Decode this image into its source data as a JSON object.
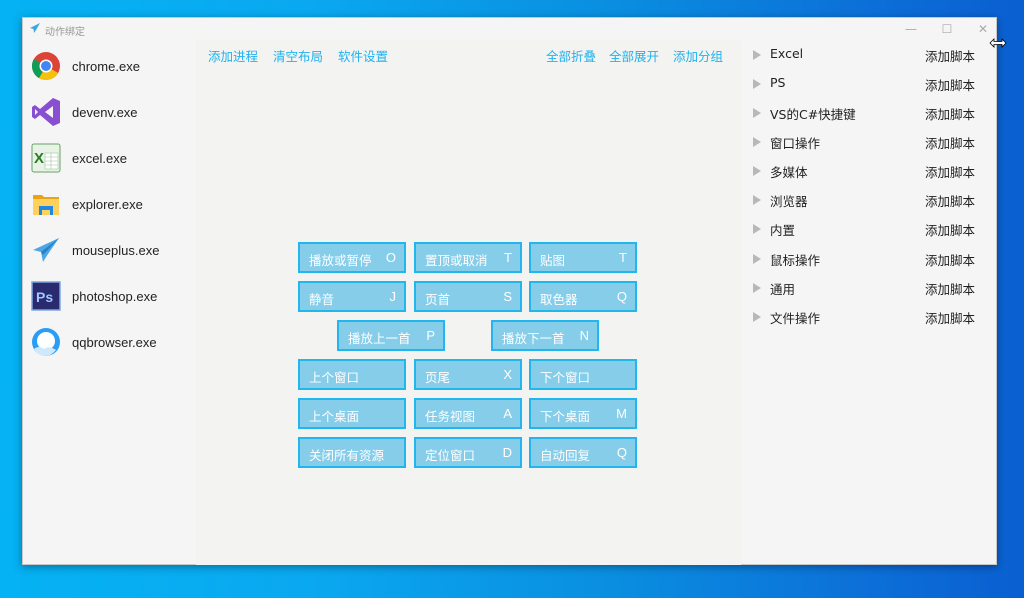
{
  "window": {
    "title": "动作绑定",
    "title_icon": "paper-plane-icon",
    "controls": {
      "minimize": "—",
      "maximize": "☐",
      "close": "✕"
    }
  },
  "sidebar": {
    "processes": [
      {
        "label": "chrome.exe",
        "icon": "chrome-icon"
      },
      {
        "label": "devenv.exe",
        "icon": "visual-studio-icon"
      },
      {
        "label": "excel.exe",
        "icon": "excel-icon"
      },
      {
        "label": "explorer.exe",
        "icon": "folder-icon"
      },
      {
        "label": "mouseplus.exe",
        "icon": "paper-plane-icon"
      },
      {
        "label": "photoshop.exe",
        "icon": "photoshop-icon"
      },
      {
        "label": "qqbrowser.exe",
        "icon": "qqbrowser-icon"
      }
    ]
  },
  "toolbar": {
    "left": [
      "添加进程",
      "清空布局",
      "软件设置"
    ],
    "right": [
      "全部折叠",
      "全部展开",
      "添加分组"
    ]
  },
  "key_buttons": [
    {
      "label": "播放或暂停",
      "key": "O"
    },
    {
      "label": "置顶或取消",
      "key": "T"
    },
    {
      "label": "贴图",
      "key": "T"
    },
    {
      "label": "静音",
      "key": "J"
    },
    {
      "label": "页首",
      "key": "S"
    },
    {
      "label": "取色器",
      "key": "Q"
    },
    {
      "label": "播放上一首",
      "key": "P"
    },
    {
      "label": "播放下一首",
      "key": "N"
    },
    {
      "label": "上个窗口",
      "key": ""
    },
    {
      "label": "页尾",
      "key": "X"
    },
    {
      "label": "下个窗口",
      "key": ""
    },
    {
      "label": "上个桌面",
      "key": ""
    },
    {
      "label": "任务视图",
      "key": "A"
    },
    {
      "label": "下个桌面",
      "key": "M"
    },
    {
      "label": "关闭所有资源",
      "key": ""
    },
    {
      "label": "定位窗口",
      "key": "D"
    },
    {
      "label": "自动回复",
      "key": "Q"
    }
  ],
  "groups": {
    "add_script_label": "添加脚本",
    "items": [
      "Excel",
      "PS",
      "VS的C#快捷键",
      "窗口操作",
      "多媒体",
      "浏览器",
      "内置",
      "鼠标操作",
      "通用",
      "文件操作"
    ]
  },
  "colors": {
    "accent": "#1fb2ef",
    "button_fill": "#86cdea",
    "button_border": "#22b6ef",
    "window_bg": "#f5f5f5"
  }
}
